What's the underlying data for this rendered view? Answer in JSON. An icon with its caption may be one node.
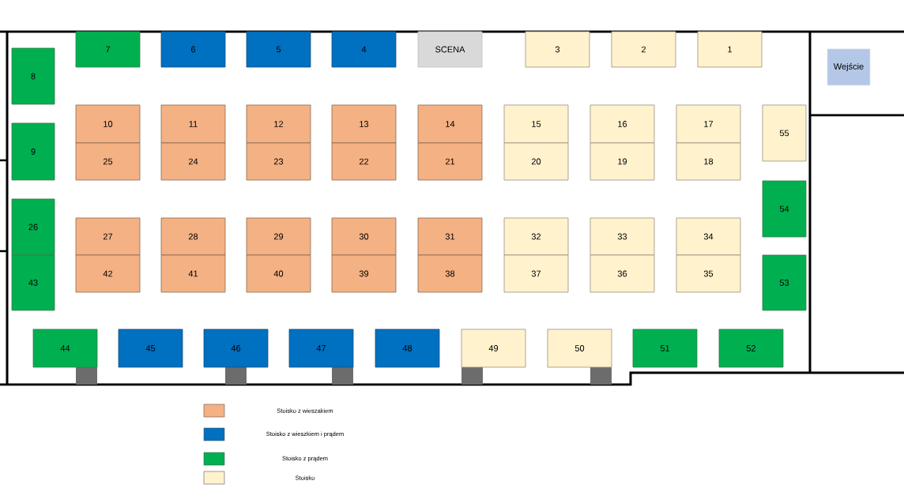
{
  "diagram": {
    "nodes": [
      {
        "text": [
          "7"
        ]
      },
      {
        "text": [
          "6"
        ]
      },
      {
        "text": [
          "5"
        ]
      },
      {
        "text": [
          "4"
        ]
      },
      {
        "text": [
          "SCENA"
        ]
      },
      {
        "text": [
          "3"
        ]
      },
      {
        "text": [
          "2"
        ]
      },
      {
        "text": [
          "1"
        ]
      },
      {
        "text": [
          "Wejście"
        ]
      },
      {
        "text": [
          "8"
        ]
      },
      {
        "text": [
          "10"
        ]
      },
      {
        "text": [
          "11"
        ]
      },
      {
        "text": [
          "12"
        ]
      },
      {
        "text": [
          "13"
        ]
      },
      {
        "text": [
          "14"
        ]
      },
      {
        "text": [
          "15"
        ]
      },
      {
        "text": [
          "16"
        ]
      },
      {
        "text": [
          "17"
        ]
      },
      {
        "text": [
          "55"
        ]
      },
      {
        "text": [
          "9"
        ]
      },
      {
        "text": [
          "25"
        ]
      },
      {
        "text": [
          "24"
        ]
      },
      {
        "text": [
          "23"
        ]
      },
      {
        "text": [
          "22"
        ]
      },
      {
        "text": [
          "21"
        ]
      },
      {
        "text": [
          "20"
        ]
      },
      {
        "text": [
          "19"
        ]
      },
      {
        "text": [
          "18"
        ]
      },
      {
        "text": [
          "54"
        ]
      },
      {
        "text": [
          "26"
        ]
      },
      {
        "text": [
          "27"
        ]
      },
      {
        "text": [
          "28"
        ]
      },
      {
        "text": [
          "29"
        ]
      },
      {
        "text": [
          "30"
        ]
      },
      {
        "text": [
          "31"
        ]
      },
      {
        "text": [
          "32"
        ]
      },
      {
        "text": [
          "33"
        ]
      },
      {
        "text": [
          "34"
        ]
      },
      {
        "text": [
          "43"
        ]
      },
      {
        "text": [
          "42"
        ]
      },
      {
        "text": [
          "41"
        ]
      },
      {
        "text": [
          "40"
        ]
      },
      {
        "text": [
          "39"
        ]
      },
      {
        "text": [
          "38"
        ]
      },
      {
        "text": [
          "37"
        ]
      },
      {
        "text": [
          "36"
        ]
      },
      {
        "text": [
          "35"
        ]
      },
      {
        "text": [
          "53"
        ]
      },
      {
        "text": [
          "44"
        ]
      },
      {
        "text": [
          "45"
        ]
      },
      {
        "text": [
          "46"
        ]
      },
      {
        "text": [
          "47"
        ]
      },
      {
        "text": [
          "48"
        ]
      },
      {
        "text": [
          "49"
        ]
      },
      {
        "text": [
          "50"
        ]
      },
      {
        "text": [
          "51"
        ]
      },
      {
        "text": [
          "52"
        ]
      }
    ],
    "legend": [
      {
        "text": "Stoisko z wieszakiem",
        "color": "#f4b183"
      },
      {
        "text": "Stoisko z wieszkiem i prądem",
        "color": "#0070c0"
      },
      {
        "text": "Stoisko z prądem",
        "color": "#00b050"
      },
      {
        "text": "Stoisko",
        "color": "#fff2cc"
      }
    ]
  }
}
